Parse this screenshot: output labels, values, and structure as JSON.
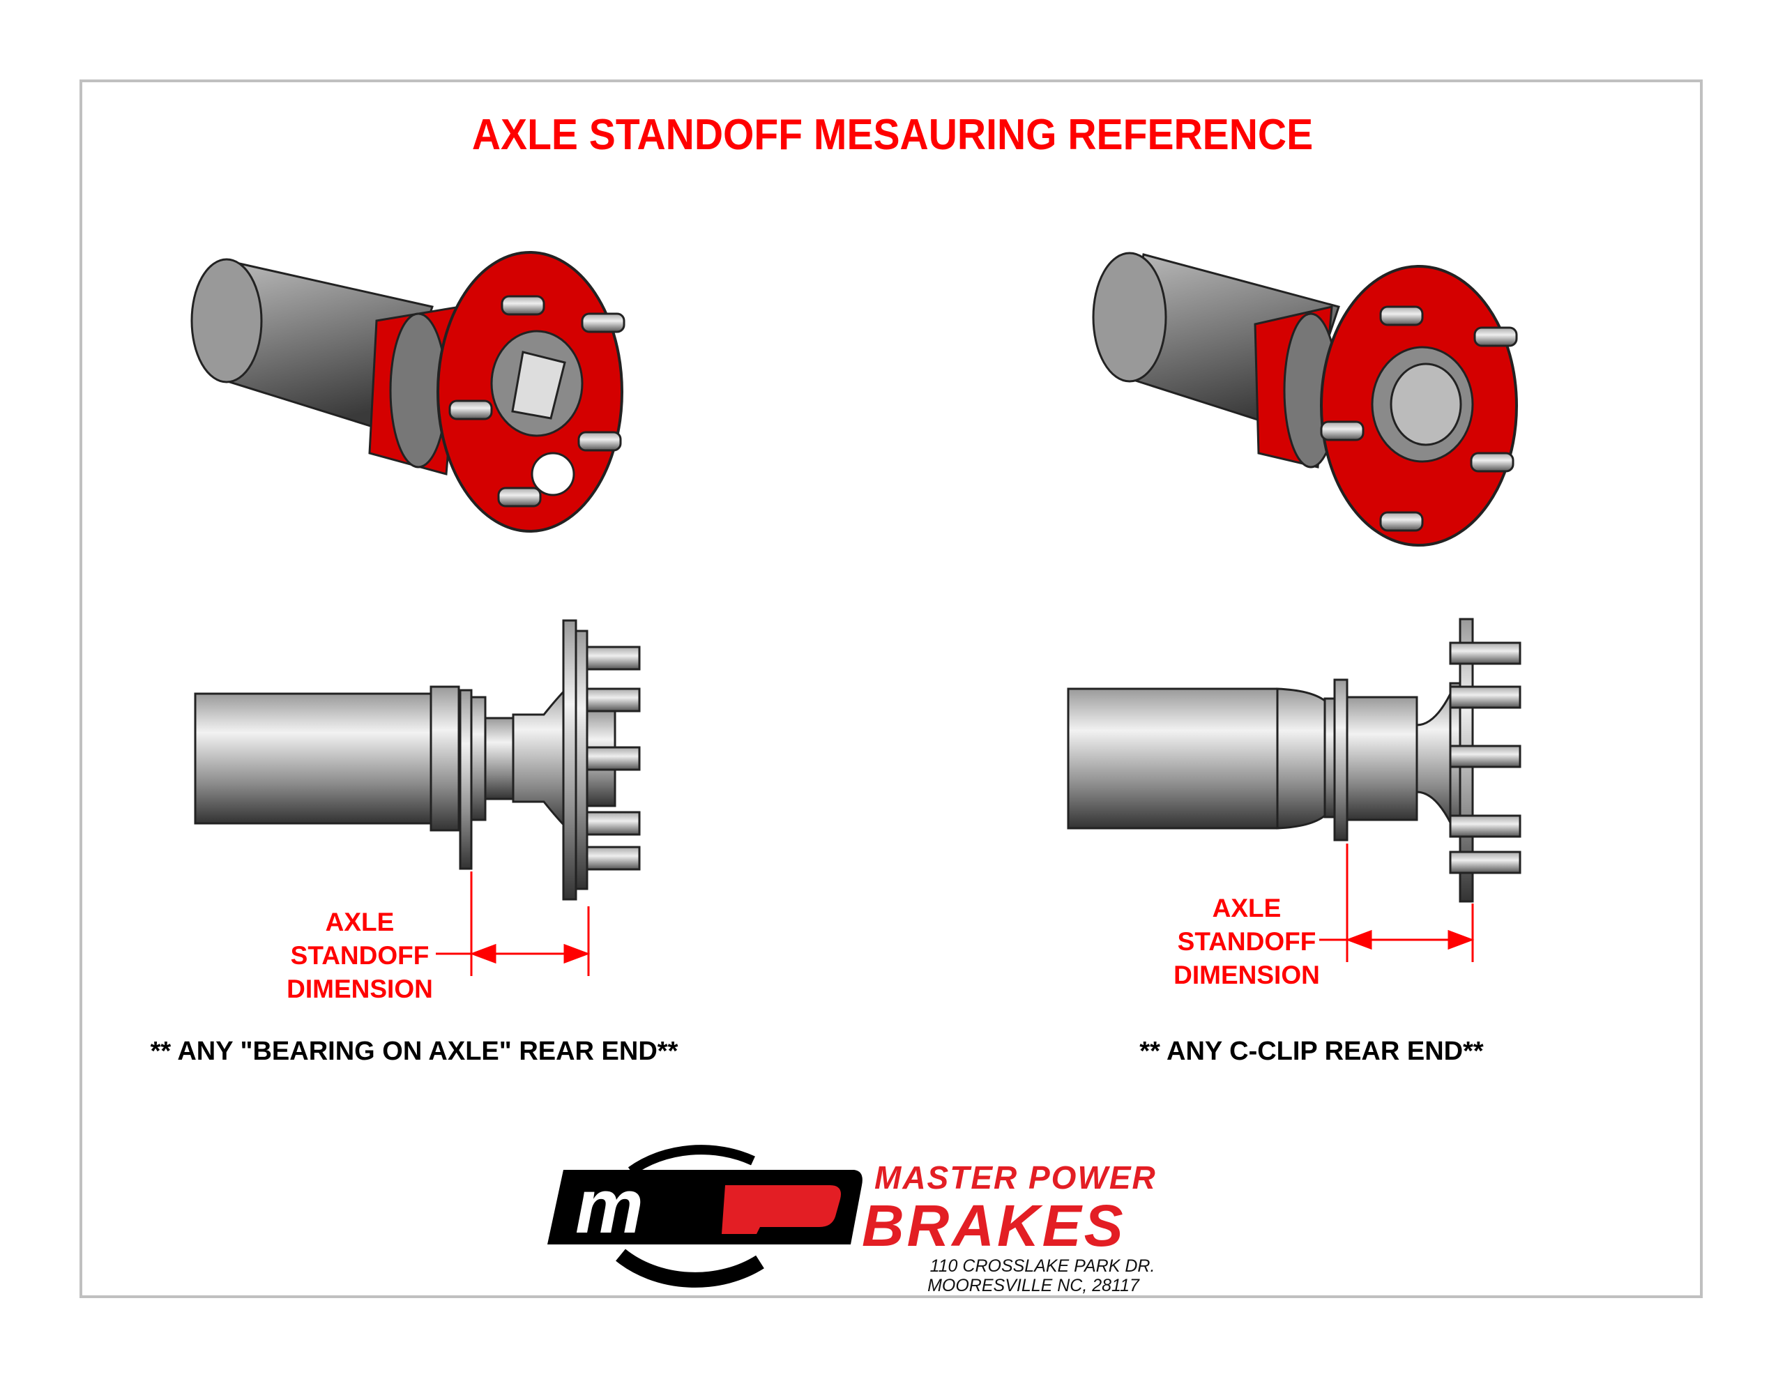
{
  "title": "AXLE STANDOFF MESAURING REFERENCE",
  "left_panel": {
    "dimension_label": [
      "AXLE",
      "STANDOFF",
      "DIMENSION"
    ],
    "caption": "** ANY \"BEARING ON AXLE\" REAR END**"
  },
  "right_panel": {
    "dimension_label": [
      "AXLE",
      "STANDOFF",
      "DIMENSION"
    ],
    "caption": "** ANY C-CLIP REAR END**"
  },
  "logo": {
    "monogram": "mP",
    "brand_line1": "MASTER POWER",
    "brand_line2": "BRAKES",
    "address_line1": "110 CROSSLAKE PARK DR.",
    "address_line2": "MOORESVILLE NC, 28117"
  },
  "colors": {
    "accent": "#ff0000",
    "flange": "#d40000",
    "logo_red": "#e31e24",
    "frame": "#c0c0c0"
  }
}
